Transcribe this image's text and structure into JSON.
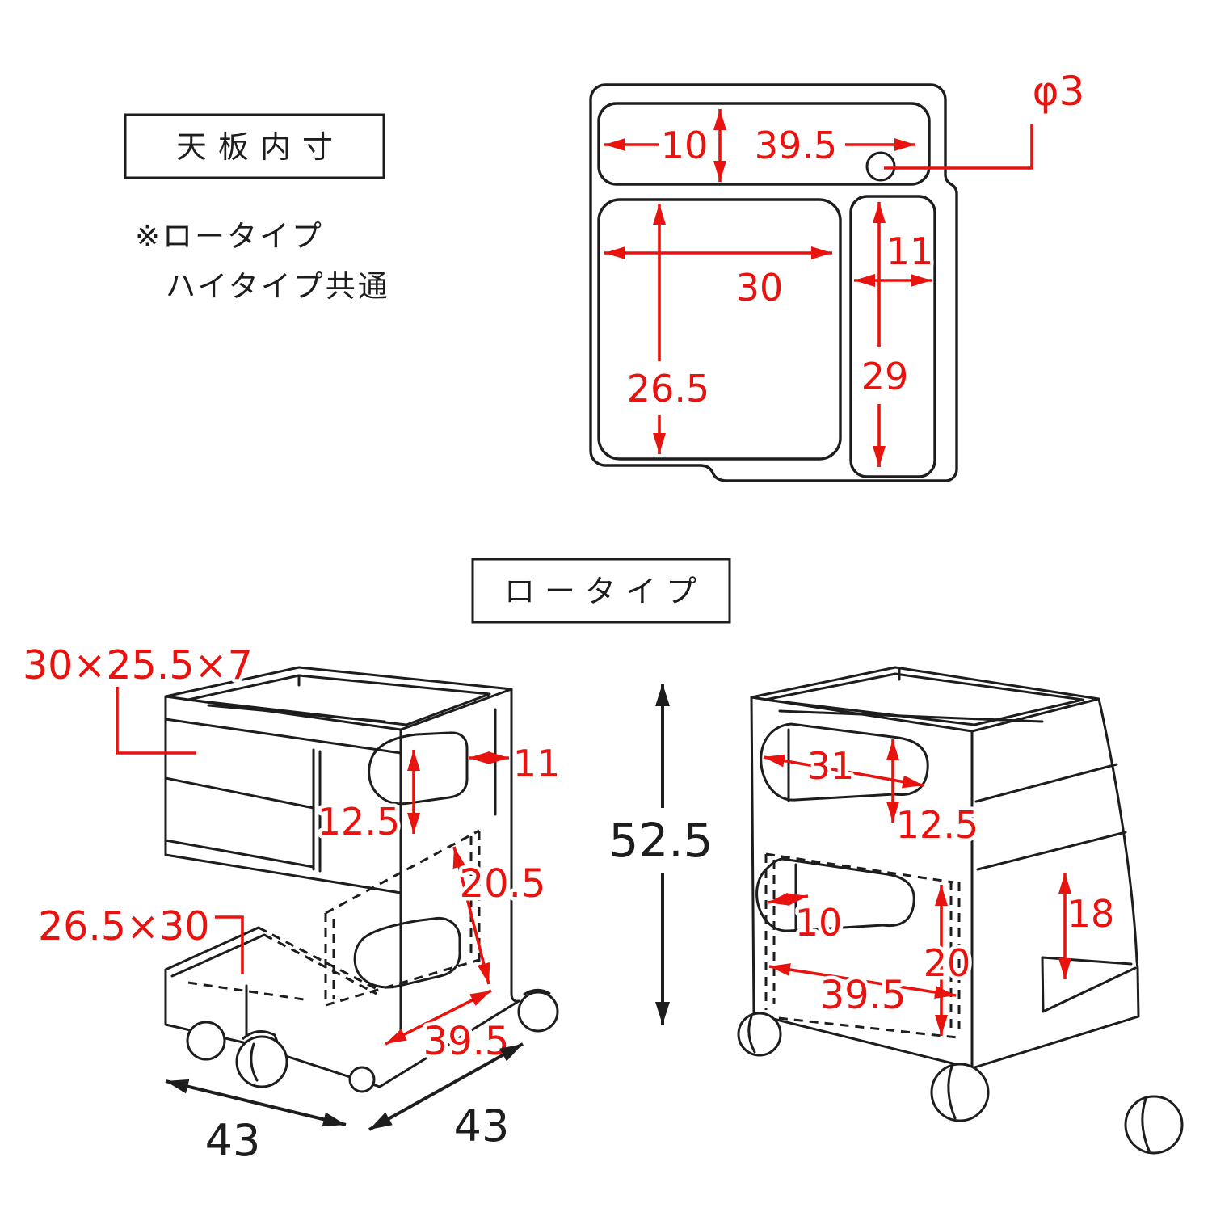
{
  "colors": {
    "dimension_red": "#e8130e",
    "line_black": "#1d1d1d"
  },
  "top_label": {
    "title": "天板内寸",
    "note1": "※ロータイプ",
    "note2": "ハイタイプ共通"
  },
  "low_label": {
    "title": "ロータイプ"
  },
  "top_view": {
    "tray_depth": "10",
    "tray_width": "39.5",
    "hole_diameter": "φ3",
    "main_width": "30",
    "main_depth": "26.5",
    "side_width": "11",
    "side_depth": "29"
  },
  "left_cart": {
    "drawer_size": "30×25.5×7",
    "upper_opening_height": "12.5",
    "side_rim_width": "11",
    "middle_opening_height": "20.5",
    "bottom_tray_size": "26.5×30",
    "middle_opening_width": "39.5",
    "width": "43",
    "depth": "43"
  },
  "overall": {
    "height": "52.5"
  },
  "right_cart": {
    "upper_opening_width": "31",
    "upper_opening_height": "12.5",
    "front_lip_depth": "10",
    "middle_opening_height": "20",
    "middle_opening_width": "39.5",
    "side_shelf_height": "18"
  }
}
